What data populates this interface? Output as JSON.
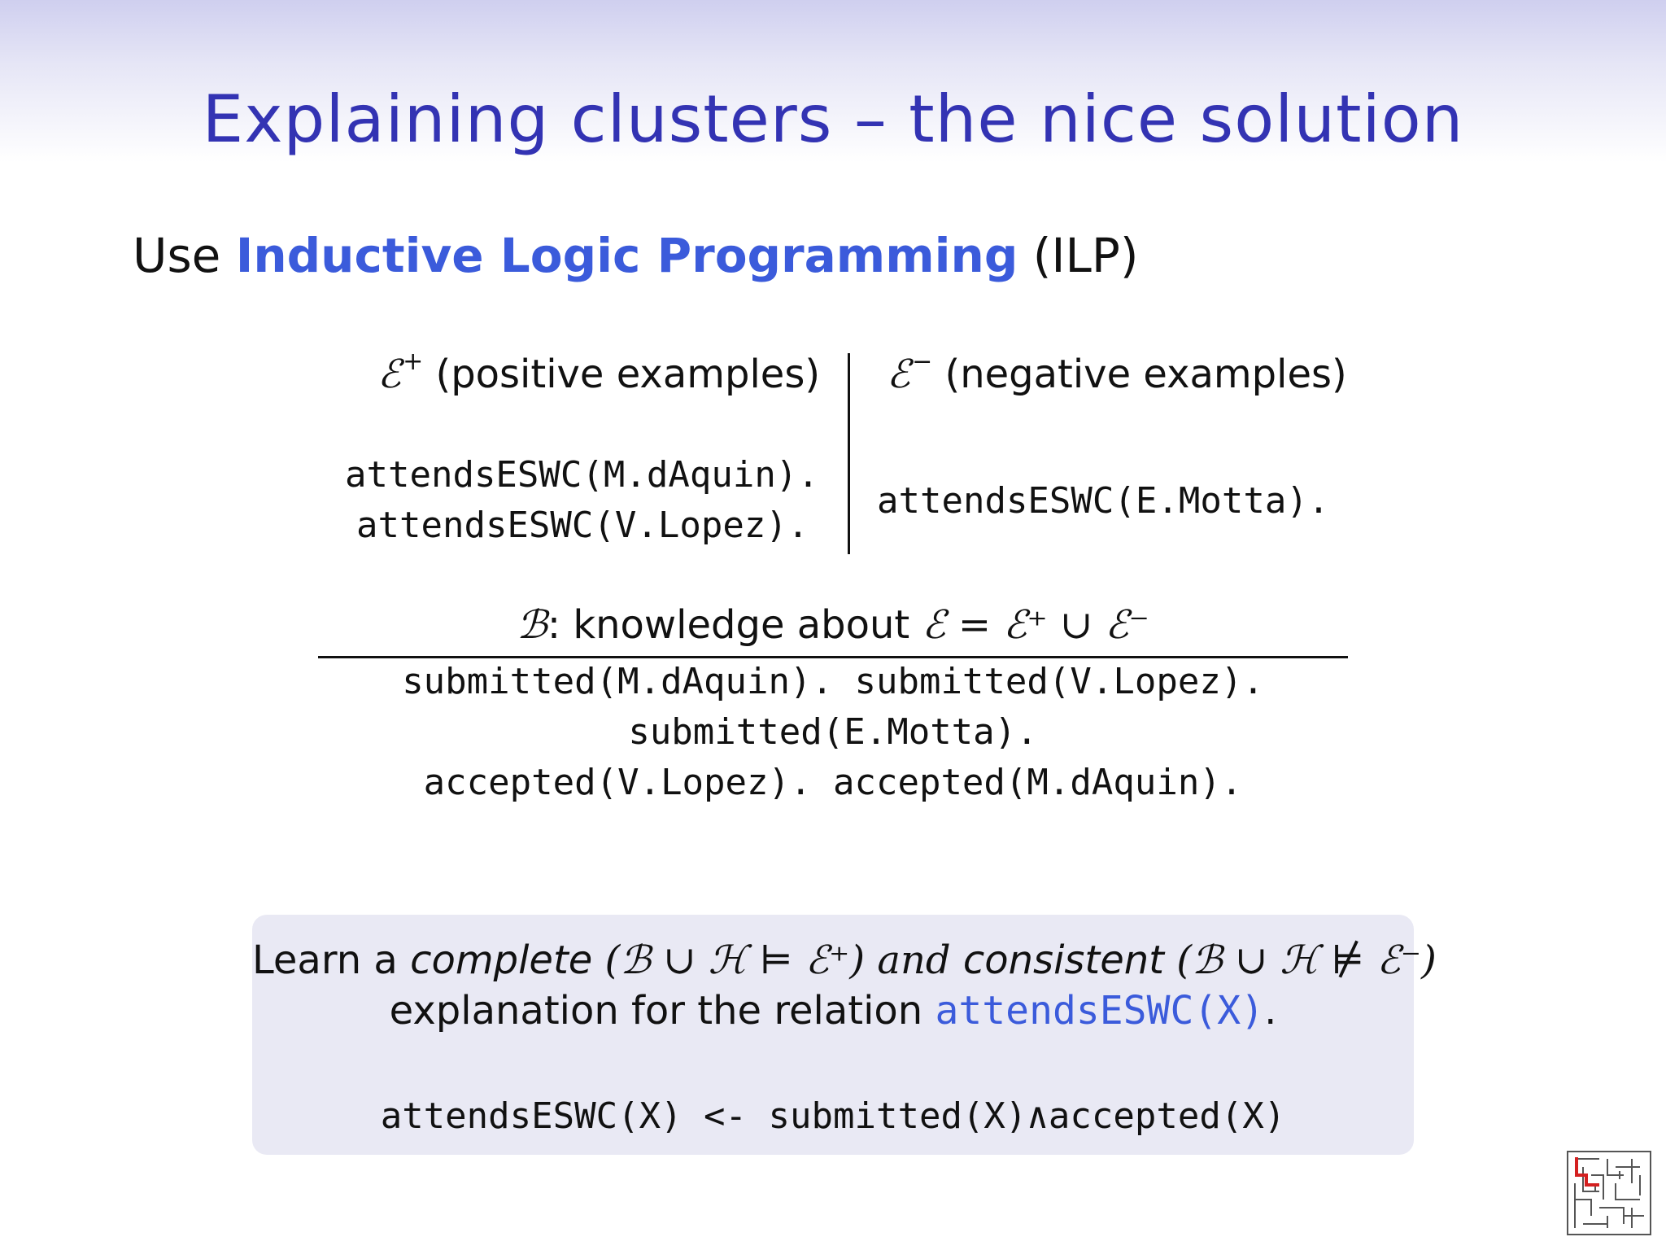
{
  "slide": {
    "title": "Explaining clusters – the nice solution",
    "intro": {
      "prefix": "Use ",
      "emphasis": "Inductive Logic Programming",
      "suffix": " (ILP)"
    },
    "positive": {
      "symbol": "ℰ",
      "sign": "+",
      "label": " (positive examples)",
      "examples": [
        "attendsESWC(M.dAquin).",
        "attendsESWC(V.Lopez)."
      ]
    },
    "negative": {
      "symbol": "ℰ",
      "sign": "−",
      "label": " (negative examples)",
      "examples": [
        "attendsESWC(E.Motta)."
      ]
    },
    "background": {
      "symbol": "ℬ",
      "text": ": knowledge about ",
      "formula": "ℰ = ℰ⁺ ∪ ℰ⁻",
      "facts": [
        "submitted(M.dAquin). submitted(V.Lopez).",
        "submitted(E.Motta).",
        "accepted(V.Lopez). accepted(M.dAquin)."
      ]
    },
    "learn_box": {
      "line1_a": "Learn a ",
      "line1_complete": "complete",
      "line1_b": " (ℬ ∪ ℋ ⊨ ℰ⁺) and ",
      "line1_consistent": "consistent",
      "line1_c": " (ℬ ∪ ℋ ⊭ ℰ⁻)",
      "line2_a": "explanation for the relation ",
      "line2_code": "attendsESWC(X)",
      "line2_b": ".",
      "rule": "attendsESWC(X) <- submitted(X)∧accepted(X)"
    }
  },
  "logo_icon": "maze-logo-icon",
  "colors": {
    "title": "#3333b3",
    "emphasis": "#3b5bdb",
    "box": "#e9e9f4"
  }
}
